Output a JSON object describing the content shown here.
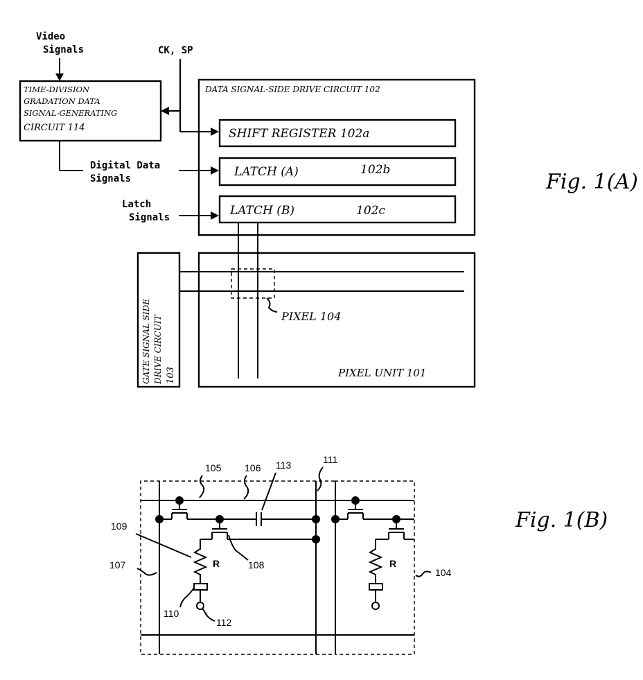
{
  "fig_a": {
    "video_signals_line1": "Video",
    "video_signals_line2": "Signals",
    "ck_sp": "CK, SP",
    "tdg_line1": "TIME-DIVISION",
    "tdg_line2": "GRADATION DATA",
    "tdg_line3": "SIGNAL-GENERATING",
    "tdg_line4": "CIRCUIT 114",
    "data_drive_title": "DATA SIGNAL-SIDE DRIVE CIRCUIT 102",
    "shift_register": "SHIFT REGISTER 102a",
    "latch_a": "LATCH (A)",
    "latch_a_ref": "102b",
    "latch_b": "LATCH (B)",
    "latch_b_ref": "102c",
    "digital_data_line1": "Digital Data",
    "digital_data_line2": "Signals",
    "latch_signals_line1": "Latch",
    "latch_signals_line2": "Signals",
    "gate_drive_line1": "GATE SIGNAL SIDE",
    "gate_drive_line2": "DRIVE CIRCUIT",
    "gate_drive_line3": "103",
    "pixel_label": "PIXEL 104",
    "pixel_unit": "PIXEL UNIT 101",
    "fig_label": "Fig. 1(A)"
  },
  "fig_b": {
    "ref_105": "105",
    "ref_106": "106",
    "ref_113": "113",
    "ref_111": "111",
    "ref_109": "109",
    "ref_107": "107",
    "ref_108": "108",
    "ref_110": "110",
    "ref_112": "112",
    "ref_104": "104",
    "resistor_label_left": "R",
    "resistor_label_right": "R",
    "fig_label": "Fig. 1(B)"
  }
}
